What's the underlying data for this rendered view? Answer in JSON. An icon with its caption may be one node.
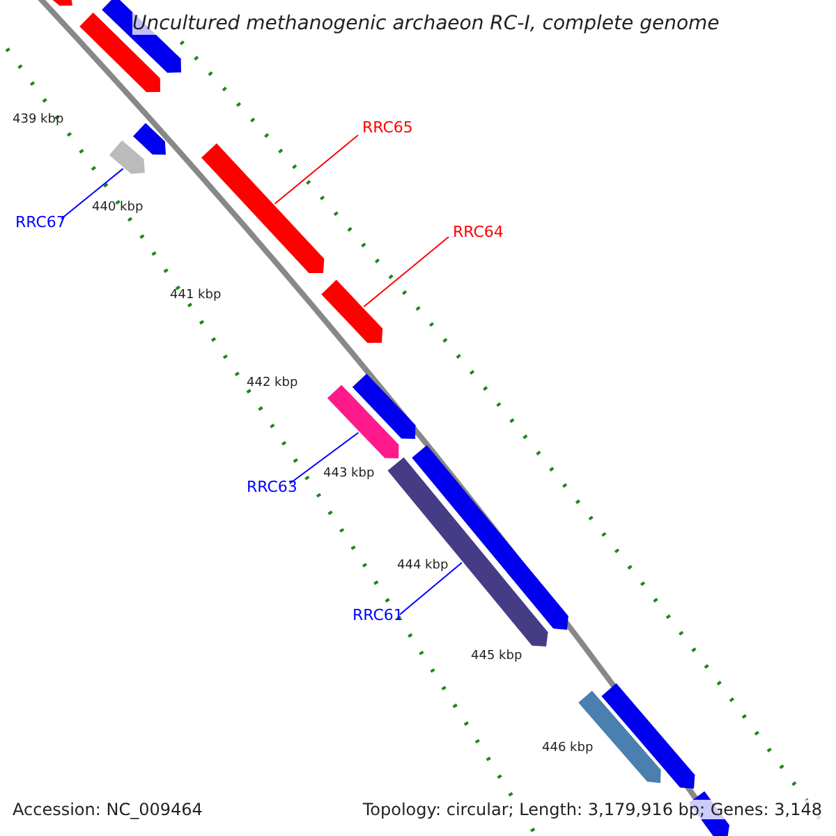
{
  "diagram": {
    "title": "Uncultured methanogenic archaeon RC-I, complete genome",
    "nodes": [
      {
        "text": [
          "RRC65"
        ]
      },
      {
        "text": [],
        "shape": "bar"
      },
      {
        "text": [
          "RRC64"
        ]
      },
      {
        "text": [],
        "shape": "bar"
      },
      {
        "text": [
          "RRC67"
        ]
      },
      {
        "text": [],
        "shape": "bar"
      },
      {
        "text": [
          "RRC63"
        ]
      },
      {
        "text": [],
        "shape": "bar"
      },
      {
        "text": [
          "RRC61"
        ]
      },
      {
        "text": [],
        "shape": "bar"
      },
      {
        "text": [],
        "shape": "bar"
      },
      {
        "text": [],
        "shape": "bar"
      },
      {
        "text": [],
        "shape": "bar"
      },
      {
        "text": [],
        "shape": "bar"
      },
      {
        "text": [],
        "shape": "bar"
      },
      {
        "text": [],
        "shape": "bar"
      },
      {
        "text": [],
        "shape": "bar"
      },
      {
        "text": [],
        "shape": "bar"
      },
      {
        "text": [],
        "shape": "bar"
      }
    ],
    "edges": [
      {
        "from": 0,
        "to": 1,
        "arrow": "none",
        "color": "#ff0000"
      },
      {
        "from": 2,
        "to": 3,
        "arrow": "none",
        "color": "#ff0000"
      },
      {
        "from": 4,
        "to": 5,
        "arrow": "none"
      },
      {
        "from": 6,
        "to": 7,
        "arrow": "none"
      },
      {
        "from": 8,
        "to": 9,
        "arrow": "none"
      }
    ],
    "labels": [
      "439 kbp",
      "440 kbp",
      "441 kbp",
      "442 kbp",
      "443 kbp",
      "444 kbp",
      "445 kbp",
      "446 kbp",
      "Accession: NC_009464",
      "Topology: circular; Length: 3,179,916 bp; Genes: 3,148"
    ]
  }
}
